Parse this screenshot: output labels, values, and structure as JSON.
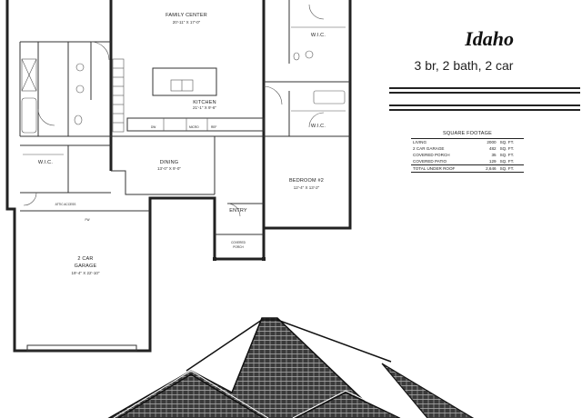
{
  "plan": {
    "name": "Idaho",
    "summary": "3 br, 2 bath, 2 car"
  },
  "rooms": {
    "family_center": {
      "label": "FAMILY CENTER",
      "dims": "20'-11\" X 17'-0\""
    },
    "kitchen": {
      "label": "KITCHEN",
      "dims": "21'-1\" X 9'-6\""
    },
    "dining": {
      "label": "DINING",
      "dims": "13'-0\" X 9'-0\""
    },
    "bedroom2": {
      "label": "BEDROOM #2",
      "dims": "12'-4\" X 13'-2\""
    },
    "garage": {
      "label": "2 CAR",
      "label2": "GARAGE",
      "dims": "19'-4\" X 22'-10\""
    },
    "entry": {
      "label": "ENTRY"
    },
    "covered_porch": {
      "label": "COVERED",
      "label2": "PORCH"
    },
    "wic_master": {
      "label": "W.I.C."
    },
    "wic_top": {
      "label": "W.I.C."
    },
    "wic_mid": {
      "label": "W.I.C."
    }
  },
  "fixture_labels": {
    "dw": "DW",
    "micro": "MICRO",
    "ref": "REF",
    "attic": "ATTIC ACCESS",
    "fw": "FW"
  },
  "square_footage": {
    "title": "SQUARE FOOTAGE",
    "rows": [
      {
        "label": "LIVING",
        "value": "2000",
        "unit": "SQ. FT."
      },
      {
        "label": "2 CAR GARAGE",
        "value": "482",
        "unit": "SQ. FT."
      },
      {
        "label": "COVERED PORCH",
        "value": "35",
        "unit": "SQ. FT."
      },
      {
        "label": "COVERED PATIO",
        "value": "129",
        "unit": "SQ. FT."
      }
    ],
    "total": {
      "label": "TOTAL UNDER ROOF",
      "value": "2,646",
      "unit": "SQ. FT."
    }
  }
}
